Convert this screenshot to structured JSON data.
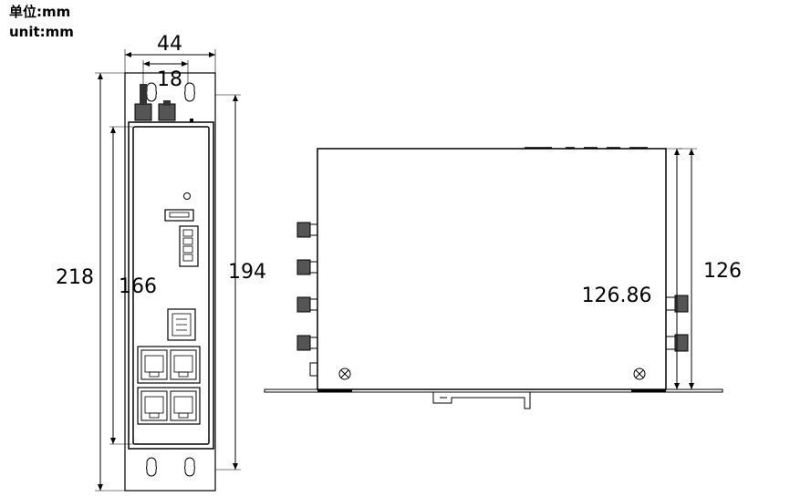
{
  "units": {
    "line1": "单位:mm",
    "line2": "unit:mm"
  },
  "dimensions": {
    "front_width": "44",
    "connector_spacing": "18",
    "total_height": "218",
    "panel_height": "166",
    "body_height": "194",
    "side_depth_body": "126.86",
    "side_depth_total": "126"
  }
}
